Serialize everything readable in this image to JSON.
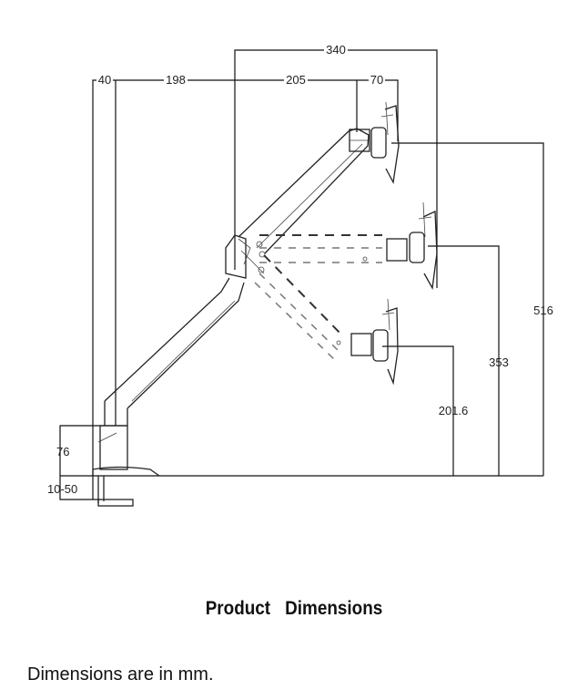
{
  "dimensions": {
    "top_span": "340",
    "base_offset": "40",
    "lower_arm": "198",
    "upper_arm": "205",
    "head": "70",
    "max_height": "516",
    "mid_height": "353",
    "min_height": "201.6",
    "base_height": "76",
    "clamp_range": "10-50"
  },
  "caption": {
    "title": "Product Dimensions",
    "note": "Dimensions are in mm."
  }
}
